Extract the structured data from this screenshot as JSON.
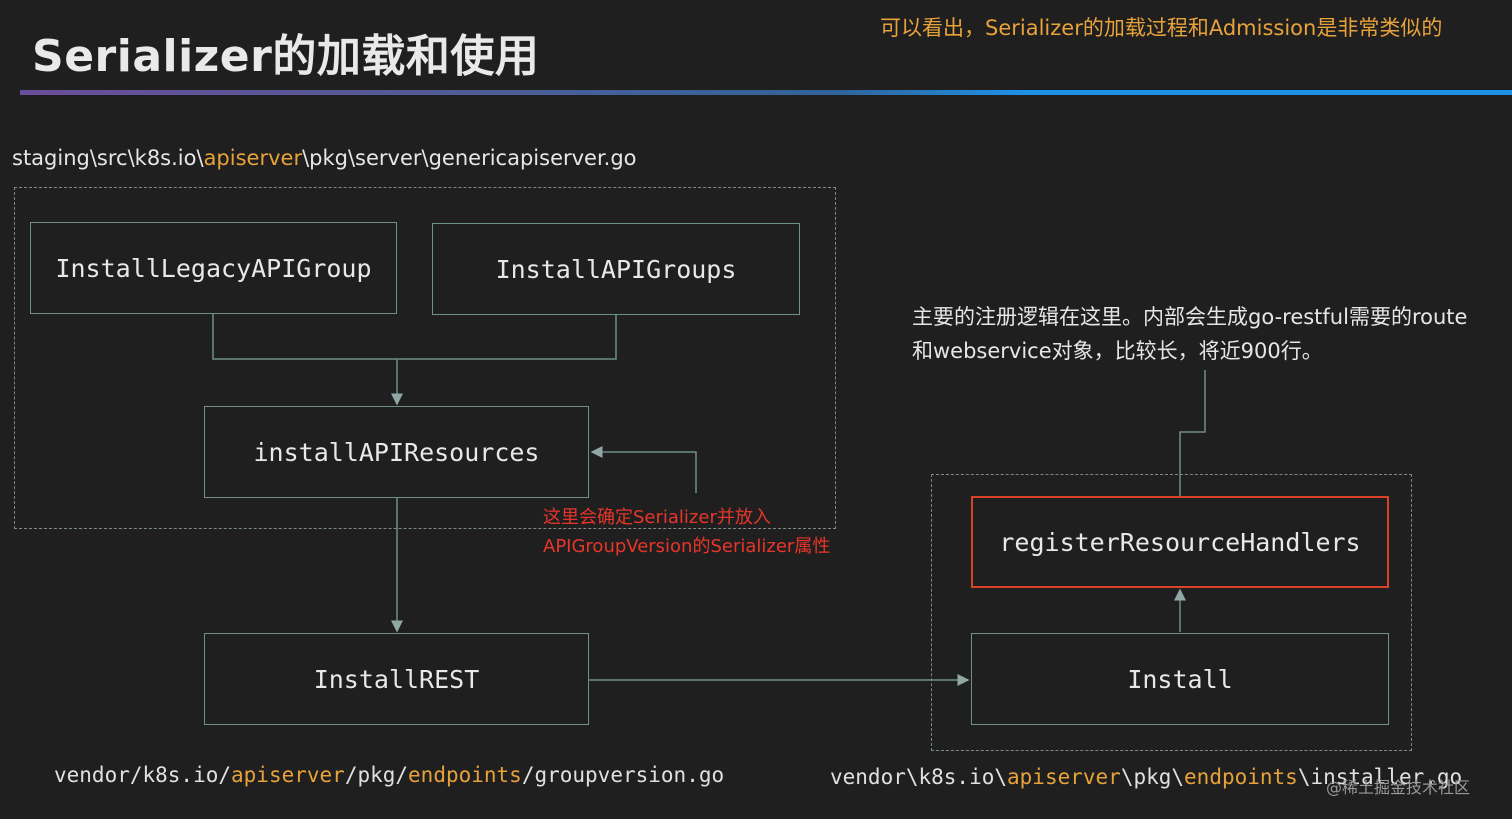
{
  "title": "Serializer的加载和使用",
  "subtitle": "可以看出，Serializer的加载过程和Admission是非常类似的",
  "top_path": {
    "prefix": "staging\\src\\k8s.io\\",
    "highlight": "apiserver",
    "suffix": "\\pkg\\server\\genericapiserver.go"
  },
  "boxes": {
    "install_legacy": "InstallLegacyAPIGroup",
    "install_apigroups": "InstallAPIGroups",
    "install_api_resources": "installAPIResources",
    "install_rest": "InstallREST",
    "register_resource_handlers": "registerResourceHandlers",
    "install": "Install"
  },
  "red_note": {
    "line1": "这里会确定Serializer并放入",
    "line2": "APIGroupVersion的Serializer属性"
  },
  "right_note": {
    "line1": "主要的注册逻辑在这里。内部会生成go-restful需要的route",
    "line2": "和webservice对象，比较长，将近900行。"
  },
  "bottom_left_path": {
    "p1": "vendor/k8s.io/",
    "h1": "apiserver",
    "p2": "/pkg/",
    "h2": "endpoints",
    "p3": "/groupversion.go"
  },
  "bottom_right_path": {
    "p1": "vendor\\k8s.io\\",
    "h1": "apiserver",
    "p2": "\\pkg\\",
    "h2": "endpoints",
    "p3": "\\installer.go"
  },
  "watermark": "@稀土掘金技术社区",
  "colors": {
    "background": "#1f1f1f",
    "accent_orange": "#e8a23a",
    "accent_red": "#d8432a",
    "box_border": "#6f8f8a"
  }
}
